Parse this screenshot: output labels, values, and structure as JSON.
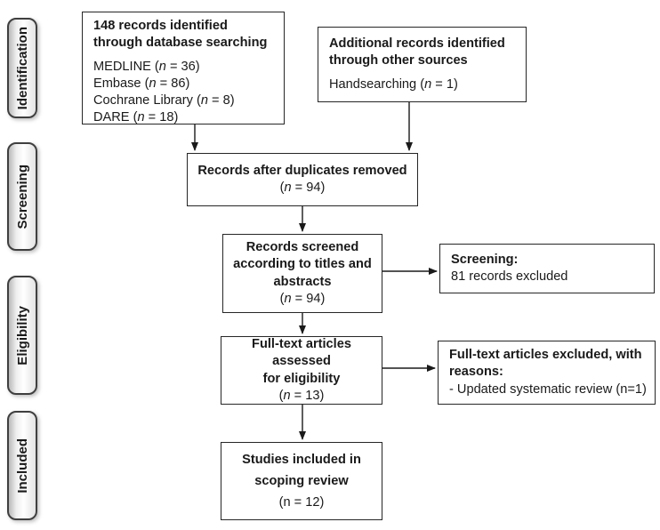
{
  "diagram": {
    "kind": "PRISMA flow diagram",
    "colors": {
      "box_border": "#262626",
      "text": "#1a1a1a",
      "stage_fill_light": "#ffffff",
      "stage_fill_dark": "#b9b9b9"
    },
    "stages": [
      {
        "label": "Identification"
      },
      {
        "label": "Screening"
      },
      {
        "label": "Eligibility"
      },
      {
        "label": "Included"
      }
    ],
    "boxes": {
      "db_search": {
        "title_lines": [
          "148 records identified",
          "through database searching"
        ],
        "lines": [
          "MEDLINE (n = 36)",
          "Embase (n = 86)",
          "Cochrane Library (n = 8)",
          "DARE (n = 18)"
        ]
      },
      "other_sources": {
        "title_lines": [
          "Additional records identified",
          "through other sources"
        ],
        "lines": [
          "Handsearching (n = 1)"
        ]
      },
      "duplicates_removed": {
        "title_lines": [
          "Records after duplicates removed"
        ],
        "count": "(n = 94)"
      },
      "screened": {
        "title_lines": [
          "Records screened",
          "according to titles and",
          "abstracts"
        ],
        "count": "(n = 94)"
      },
      "screening_excluded": {
        "title_lines": [
          "Screening:"
        ],
        "lines": [
          "81 records excluded"
        ]
      },
      "fulltext_assessed": {
        "title_lines": [
          "Full-text articles assessed",
          "for eligibility"
        ],
        "count": "(n = 13)"
      },
      "fulltext_excluded": {
        "title_lines": [
          "Full-text articles excluded, with",
          "reasons:"
        ],
        "lines": [
          "- Updated systematic review (n=1)"
        ]
      },
      "included": {
        "title_lines": [
          "Studies included in",
          "scoping review"
        ],
        "count": "(n = 12)"
      }
    }
  }
}
